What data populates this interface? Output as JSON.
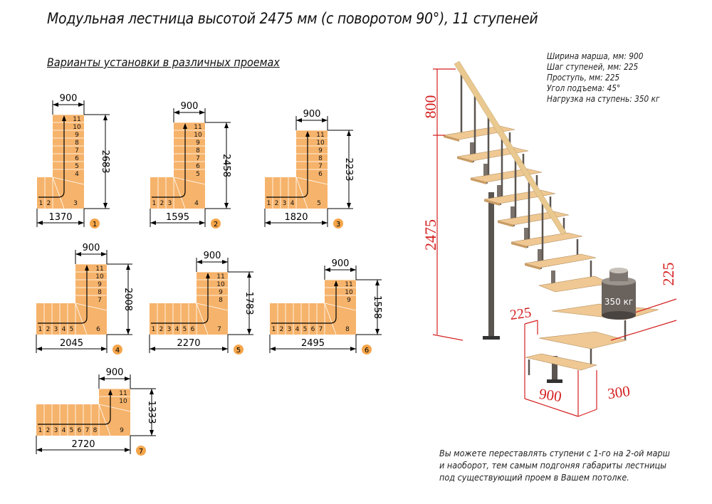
{
  "title": "Модульная лестница высотой 2475 мм (с поворотом 90°), 11 ступеней",
  "subtitle": "Варианты установки в различных проемах",
  "specs": [
    "Ширина марша, мм: 900",
    "Шаг ступеней, мм: 225",
    "Проступь, мм: 225",
    "Угол подъема: 45°",
    "Нагрузка на ступень: 350 кг"
  ],
  "note": [
    "Вы можете переставлять ступени с 1-го на 2-ой марш",
    "и наоборот, тем самым подгоняя габариты лестницы",
    "под существующий проем в Вашем потолке."
  ],
  "variants": [
    {
      "number": "1",
      "march_width": "900",
      "total_width": "1370",
      "total_length": "2683",
      "bottom_steps": [
        "1",
        "2",
        "3"
      ],
      "vertical_steps": [
        "4",
        "5",
        "6",
        "7",
        "8",
        "9",
        "10",
        "11"
      ]
    },
    {
      "number": "2",
      "march_width": "900",
      "total_width": "1595",
      "total_length": "2458",
      "bottom_steps": [
        "1",
        "2",
        "3",
        "4"
      ],
      "vertical_steps": [
        "5",
        "6",
        "7",
        "8",
        "9",
        "10",
        "11"
      ]
    },
    {
      "number": "3",
      "march_width": "900",
      "total_width": "1820",
      "total_length": "2233",
      "bottom_steps": [
        "1",
        "2",
        "3",
        "4",
        "5"
      ],
      "vertical_steps": [
        "6",
        "7",
        "8",
        "9",
        "10",
        "11"
      ]
    },
    {
      "number": "4",
      "march_width": "900",
      "total_width": "2045",
      "total_length": "2008",
      "bottom_steps": [
        "1",
        "2",
        "3",
        "4",
        "5",
        "6"
      ],
      "vertical_steps": [
        "7",
        "8",
        "9",
        "10",
        "11"
      ]
    },
    {
      "number": "5",
      "march_width": "900",
      "total_width": "2270",
      "total_length": "1783",
      "bottom_steps": [
        "1",
        "2",
        "3",
        "4",
        "5",
        "6",
        "7"
      ],
      "vertical_steps": [
        "8",
        "9",
        "10",
        "11"
      ]
    },
    {
      "number": "6",
      "march_width": "900",
      "total_width": "2495",
      "total_length": "1558",
      "bottom_steps": [
        "1",
        "2",
        "3",
        "4",
        "5",
        "6",
        "7",
        "8"
      ],
      "vertical_steps": [
        "9",
        "10",
        "11"
      ]
    },
    {
      "number": "7",
      "march_width": "900",
      "total_width": "2720",
      "total_length": "1333",
      "bottom_steps": [
        "1",
        "2",
        "3",
        "4",
        "5",
        "6",
        "7",
        "8",
        "9"
      ],
      "vertical_steps": [
        "10",
        "11"
      ]
    }
  ],
  "render": {
    "dim_rail_height": "800",
    "dim_total_height": "2475",
    "dim_riser": "225",
    "dim_tread": "225",
    "dim_width": "900",
    "dim_offset": "300",
    "weight_label": "350 кг"
  },
  "colors": {
    "plan_fill": "#f6b36b",
    "badge": "#f5a54a",
    "dimension_red": "#d42020",
    "wood": "#efc893",
    "metal": "#5b5550"
  }
}
